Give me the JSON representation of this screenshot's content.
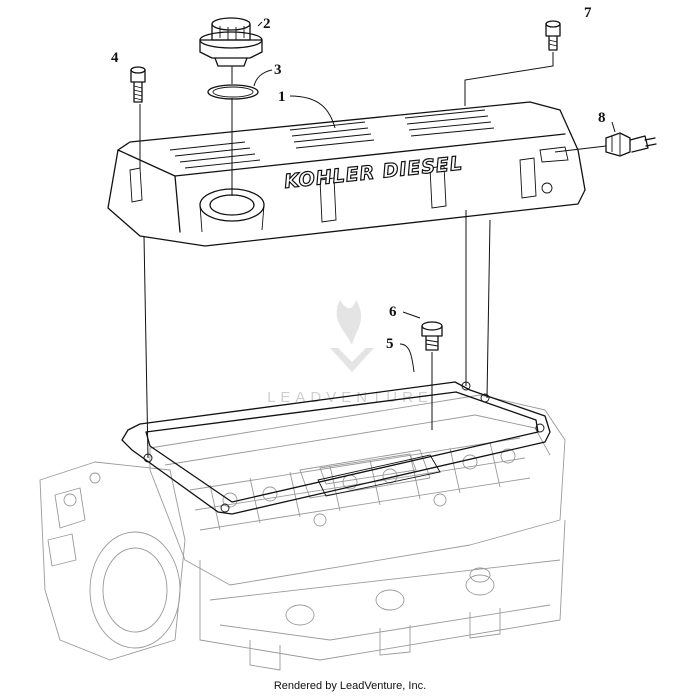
{
  "diagram": {
    "callouts": [
      {
        "id": "1",
        "label": "1"
      },
      {
        "id": "2",
        "label": "2"
      },
      {
        "id": "3",
        "label": "3"
      },
      {
        "id": "4",
        "label": "4"
      },
      {
        "id": "5",
        "label": "5"
      },
      {
        "id": "6",
        "label": "6"
      },
      {
        "id": "7",
        "label": "7"
      },
      {
        "id": "8",
        "label": "8"
      }
    ],
    "cover_text": "KOHLER DIESEL",
    "watermark_text": "LEADVENTURE",
    "footer": "Rendered by LeadVenture, Inc."
  }
}
